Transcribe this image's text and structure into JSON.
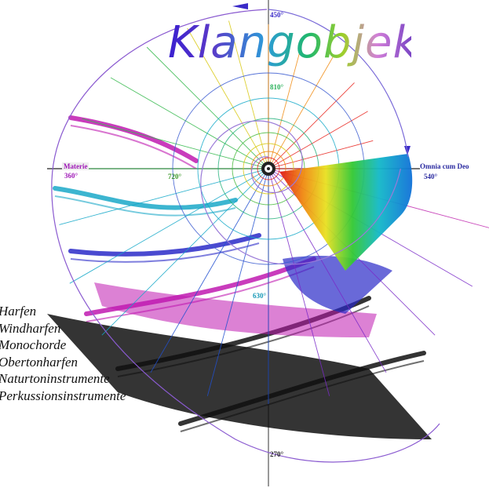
{
  "title": "Klangobjekte",
  "left_label": {
    "name": "Materie",
    "degree": "360°"
  },
  "right_label": {
    "name": "Omnia cum Deo",
    "degree": "540°"
  },
  "degrees": {
    "top": "450°",
    "bottom": "270°",
    "inner_left": "720°",
    "inner_top": "810°",
    "inner_bottom": "630°"
  },
  "instruments": [
    "Harfen",
    "Windharfen",
    "Monochorde",
    "Obertonharfen",
    "Naturtoninstrumente",
    "Perkussionsinstrumente"
  ]
}
